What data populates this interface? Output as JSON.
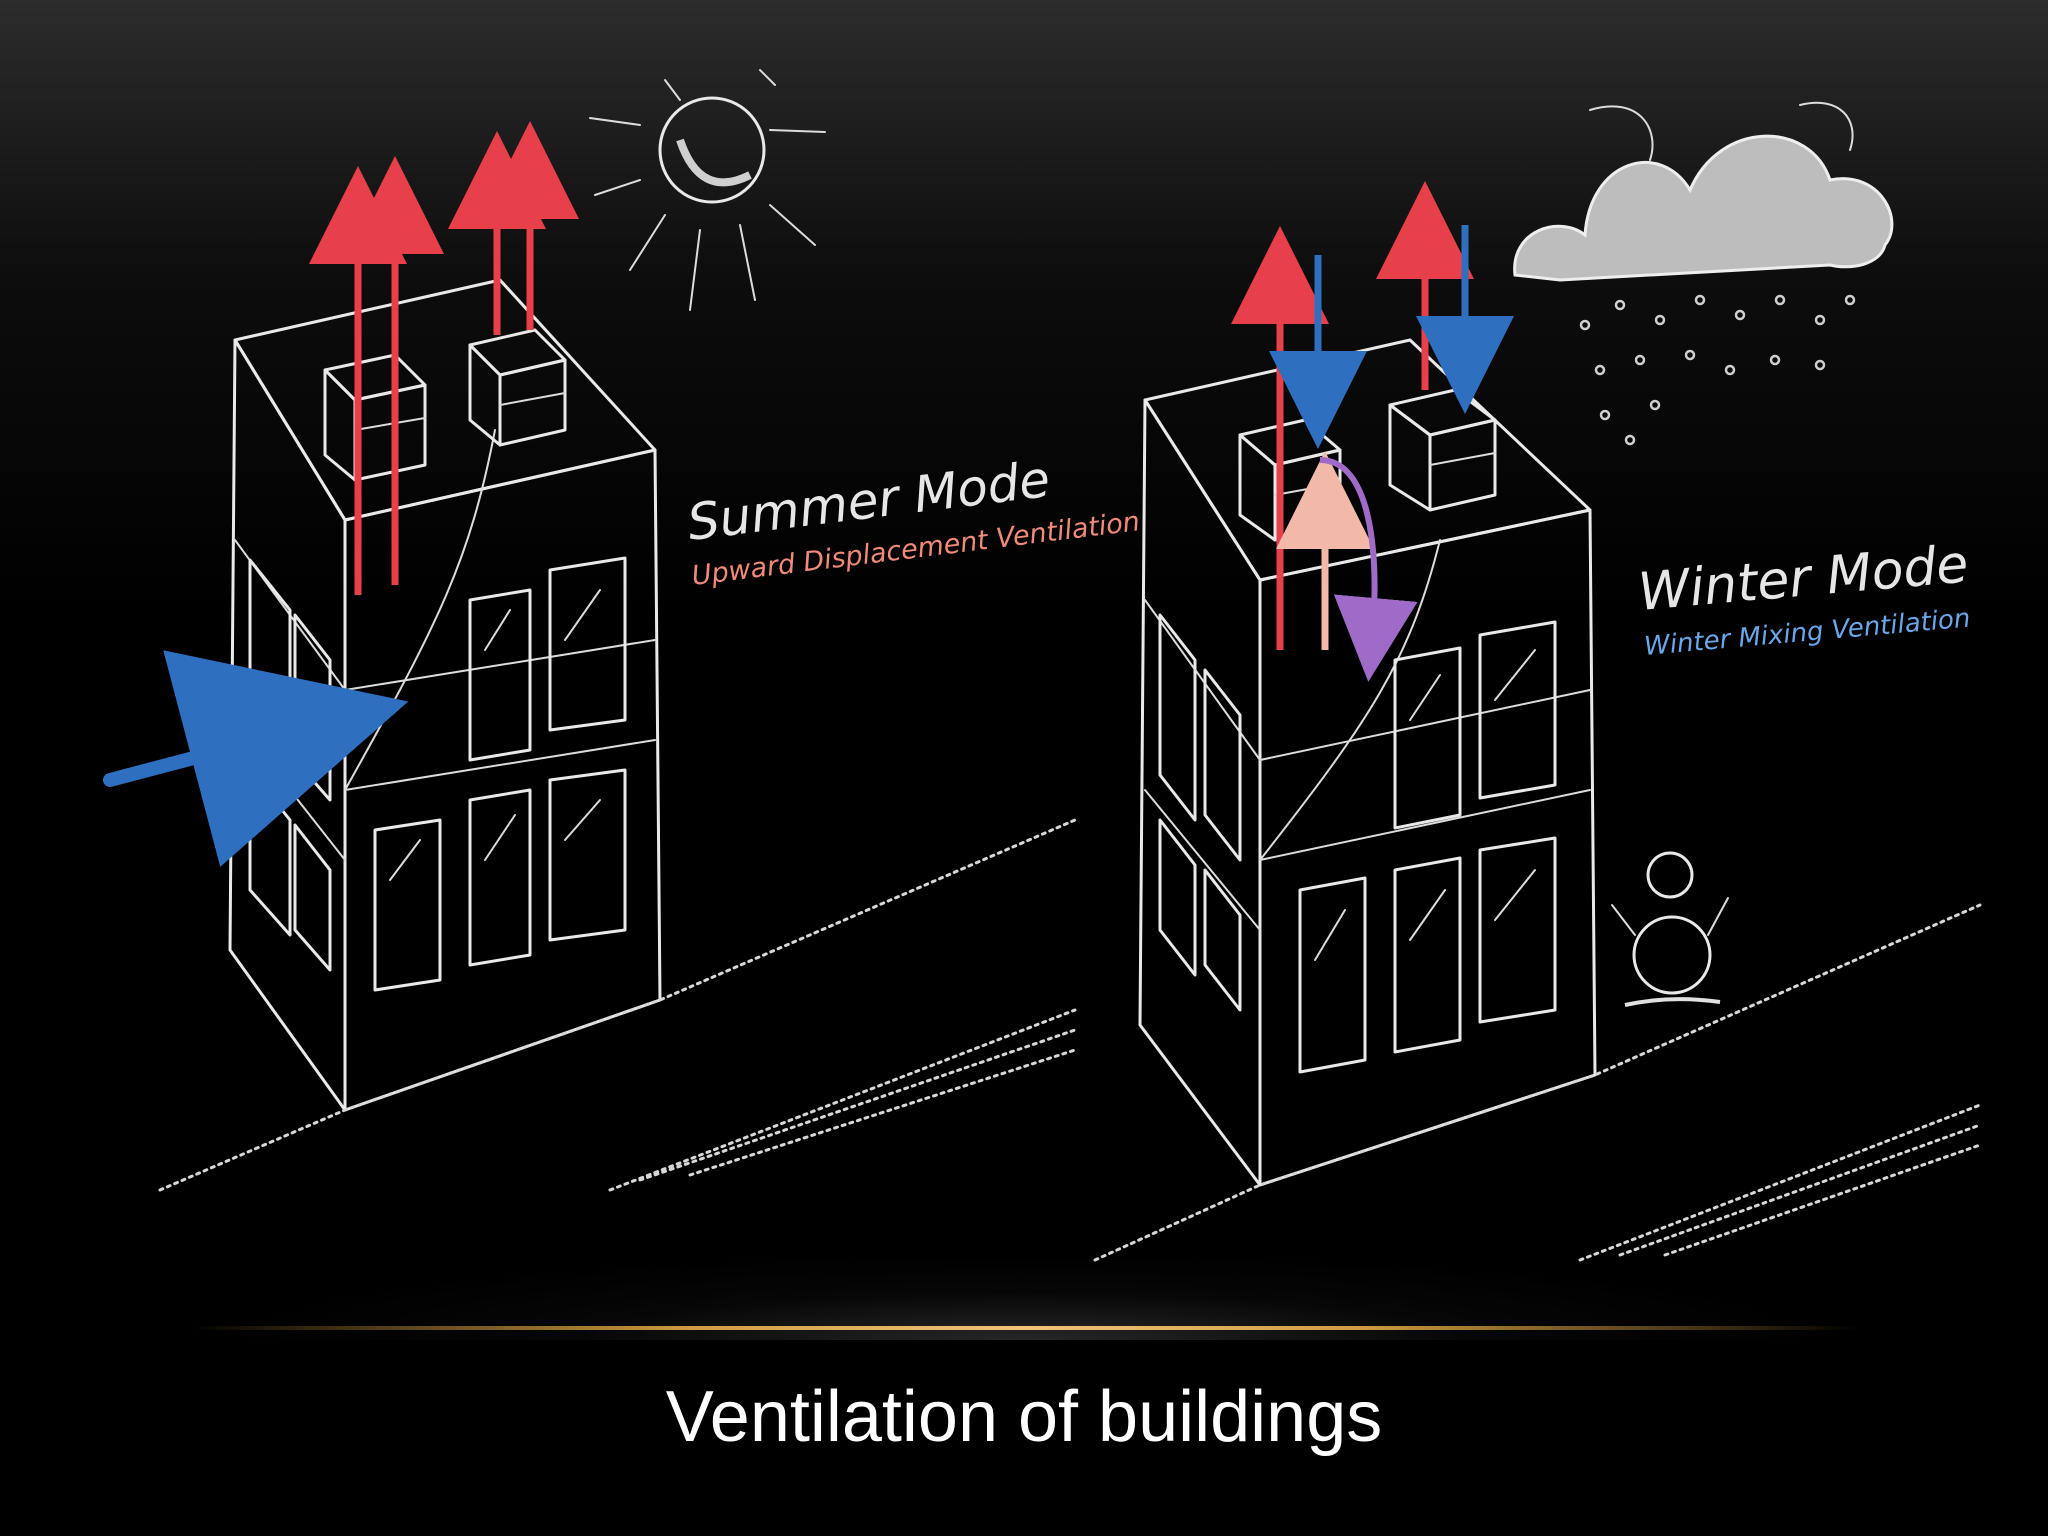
{
  "slide": {
    "title": "Ventilation of buildings"
  },
  "diagram": {
    "summer": {
      "heading": "Summer Mode",
      "subheading": "Upward Displacement Ventilation",
      "subheading_color": "#f08a7a"
    },
    "winter": {
      "heading": "Winter Mode",
      "subheading": "Winter Mixing Ventilation",
      "subheading_color": "#6aa6e8"
    }
  },
  "colors": {
    "warm_arrow": "#e8404a",
    "warm_arrow_light": "#f2b8a8",
    "cool_arrow": "#2f6fc0",
    "mix_arrow": "#a06bc8",
    "chalk": "#e9e9e9",
    "accent_line": "#f2c27a"
  }
}
